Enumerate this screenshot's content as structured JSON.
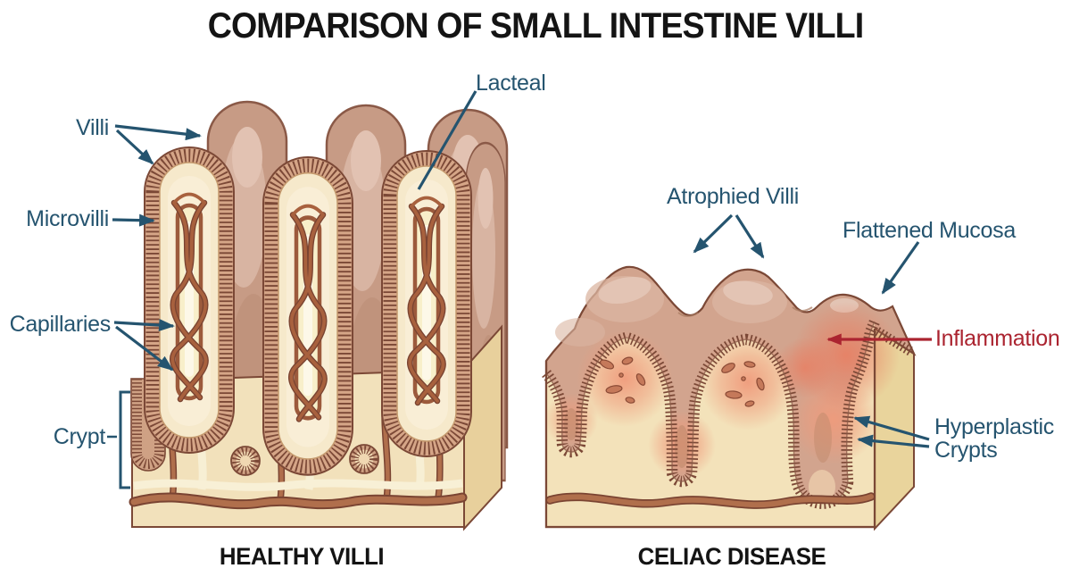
{
  "title": "COMPARISON OF SMALL INTESTINE VILLI",
  "left_panel": {
    "caption": "HEALTHY VILLI",
    "labels": {
      "villi": "Villi",
      "microvilli": "Microvilli",
      "capillaries": "Capillaries",
      "crypt": "Crypt",
      "lacteal": "Lacteal"
    }
  },
  "right_panel": {
    "caption": "CELIAC DISEASE",
    "labels": {
      "atrophied_villi": "Atrophied Villi",
      "flattened_mucosa": "Flattened Mucosa",
      "inflammation": "Inflammation",
      "hyperplastic_crypts": "Hyperplastic Crypts"
    }
  },
  "colors": {
    "label_blue": "#25546f",
    "inflammation_red": "#ab2430",
    "text_black": "#141414",
    "villus_tan": "#c79b85",
    "villus_band_tan": "#d5a587",
    "fringe_brown": "#7b4836",
    "mucosa_cream": "#f2e1bb",
    "lacteal_cream": "#f8efca",
    "capillary_brown": "#a8613e",
    "vessel_brown": "#b06f4c",
    "celiac_surface_tan": "#d2a48e",
    "inflamed_salmon": "#ef9b7c",
    "side_face_tan": "#e8d09c"
  }
}
